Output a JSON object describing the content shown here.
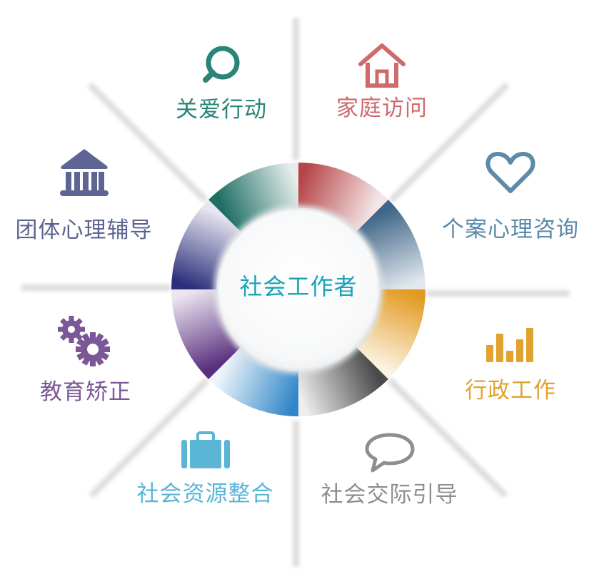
{
  "center": {
    "label": "社会工作者",
    "color": "#1AA3B8"
  },
  "items": [
    {
      "id": "care-action",
      "label": "关爱行动",
      "icon": "search-icon",
      "color": "#2A8478",
      "ring": [
        "#1E6E63",
        "#E6EEEC"
      ]
    },
    {
      "id": "home-visit",
      "label": "家庭访问",
      "icon": "house-icon",
      "color": "#D0696A",
      "ring": [
        "#B64548",
        "#F4E6E6"
      ]
    },
    {
      "id": "case-counseling",
      "label": "个案心理咨询",
      "icon": "heart-icon",
      "color": "#5C8AA8",
      "ring": [
        "#3F6687",
        "#E2E8EE"
      ]
    },
    {
      "id": "admin-work",
      "label": "行政工作",
      "icon": "bar-chart-icon",
      "color": "#E2A230",
      "ring": [
        "#E39A22",
        "#FBF2E1"
      ]
    },
    {
      "id": "social-guidance",
      "label": "社会交际引导",
      "icon": "speech-bubble-icon",
      "color": "#8E8E8E",
      "ring": [
        "#4A4A4A",
        "#EEEEEE"
      ]
    },
    {
      "id": "resource-integration",
      "label": "社会资源整合",
      "icon": "briefcase-icon",
      "color": "#5BB5D5",
      "ring": [
        "#2F86C8",
        "#EEF4FA"
      ]
    },
    {
      "id": "education-correction",
      "label": "教育矫正",
      "icon": "gears-icon",
      "color": "#7B5797",
      "ring": [
        "#5A2F7E",
        "#ECE6F1"
      ]
    },
    {
      "id": "group-counseling",
      "label": "团体心理辅导",
      "icon": "building-icon",
      "color": "#5E6593",
      "ring": [
        "#2A2F7C",
        "#E8E6F0"
      ]
    }
  ]
}
